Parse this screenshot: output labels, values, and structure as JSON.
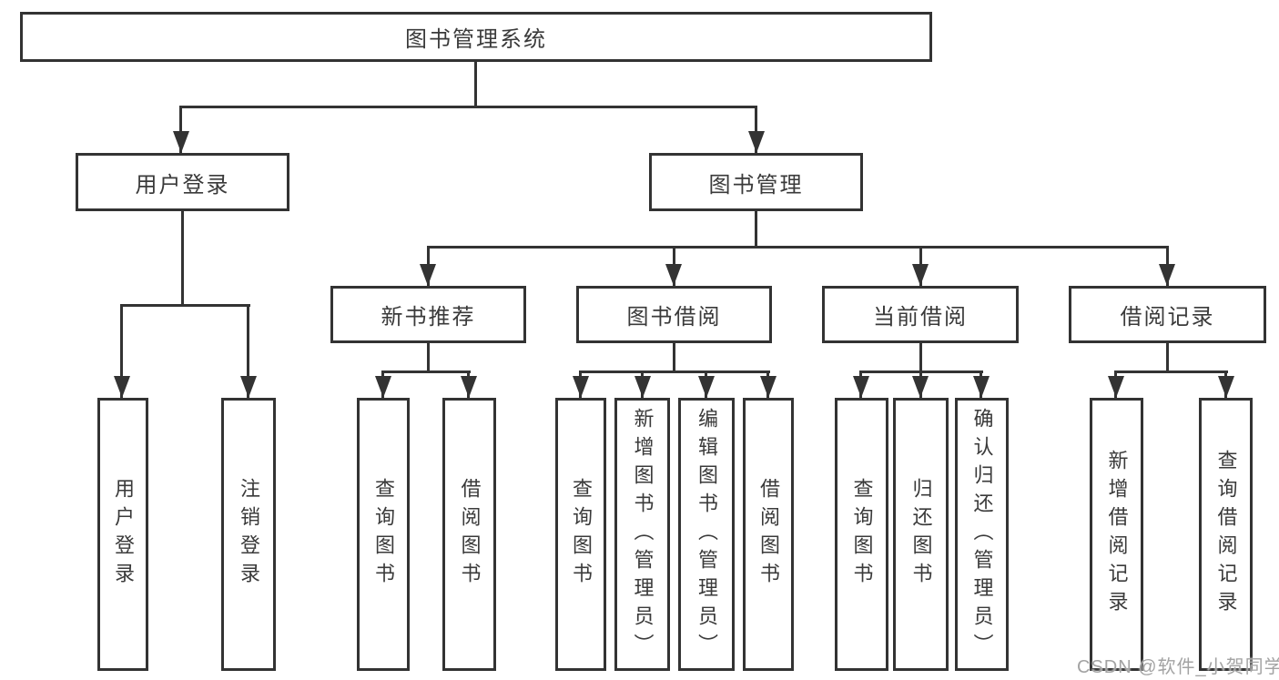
{
  "tree": {
    "root": {
      "label": "图书管理系统"
    },
    "branches": [
      {
        "label": "用户登录",
        "children": [
          {
            "label": "用户登录"
          },
          {
            "label": "注销登录"
          }
        ]
      },
      {
        "label": "图书管理",
        "children": [
          {
            "label": "新书推荐",
            "children": [
              {
                "label": "查询图书"
              },
              {
                "label": "借阅图书"
              }
            ]
          },
          {
            "label": "图书借阅",
            "children": [
              {
                "label": "查询图书"
              },
              {
                "label": "新增图书（管理员）"
              },
              {
                "label": "编辑图书（管理员）"
              },
              {
                "label": "借阅图书"
              }
            ]
          },
          {
            "label": "当前借阅",
            "children": [
              {
                "label": "查询图书"
              },
              {
                "label": "归还图书"
              },
              {
                "label": "确认归还（管理员）"
              }
            ]
          },
          {
            "label": "借阅记录",
            "children": [
              {
                "label": "新增借阅记录"
              },
              {
                "label": "查询借阅记录"
              }
            ]
          }
        ]
      }
    ]
  },
  "watermark": {
    "text": "CSDN @软件_小贺同学"
  },
  "colors": {
    "line": "#333333",
    "text": "#3a3a3a",
    "watermark": "#a3a3a3",
    "background": "#ffffff"
  }
}
